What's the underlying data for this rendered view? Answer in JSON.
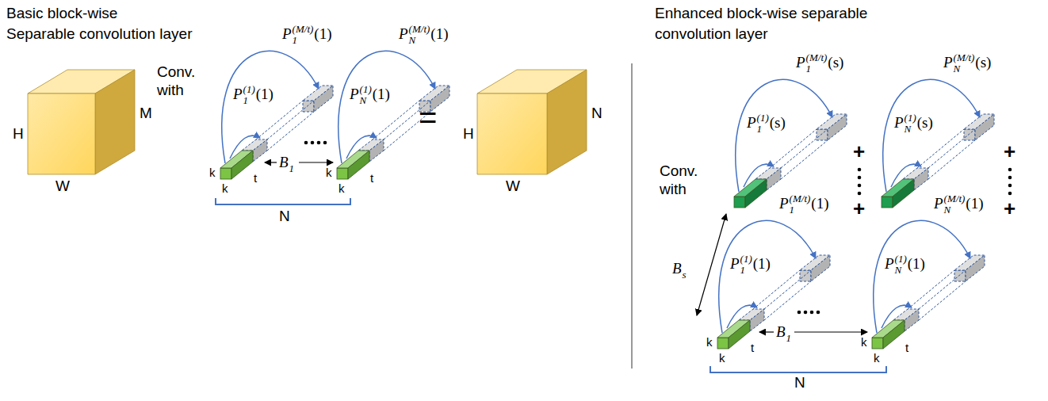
{
  "diagram": {
    "labels": [
      "Basic block-wise",
      "Separable convolution layer",
      "Enhanced block-wise separable",
      "convolution layer",
      "H",
      "M",
      "W",
      "Conv. with",
      "P",
      "1",
      "(M/t)",
      "(1)",
      "P",
      "1",
      "(1)",
      "(1)",
      "k",
      "k",
      "t",
      "B",
      "1",
      "P",
      "N",
      "(M/t)",
      "(1)",
      "P",
      "N",
      "(1)",
      "(1)",
      "k",
      "k",
      "t",
      "N",
      "=",
      "H",
      "W",
      "N",
      "Conv. with",
      "P",
      "1",
      "(M/t)",
      "(s)",
      "P",
      "1",
      "(1)",
      "(s)",
      "P",
      "N",
      "(M/t)",
      "(s)",
      "P",
      "N",
      "(1)",
      "(s)",
      "+",
      "+",
      "+",
      "+",
      "P",
      "1",
      "(M/t)",
      "(1)",
      "P",
      "1",
      "(1)",
      "(1)",
      "k",
      "k",
      "t",
      "B",
      "1",
      "P",
      "N",
      "(M/t)",
      "(1)",
      "P",
      "N",
      "(1)",
      "(1)",
      "k",
      "k",
      "t",
      "B",
      "s",
      "N"
    ]
  }
}
